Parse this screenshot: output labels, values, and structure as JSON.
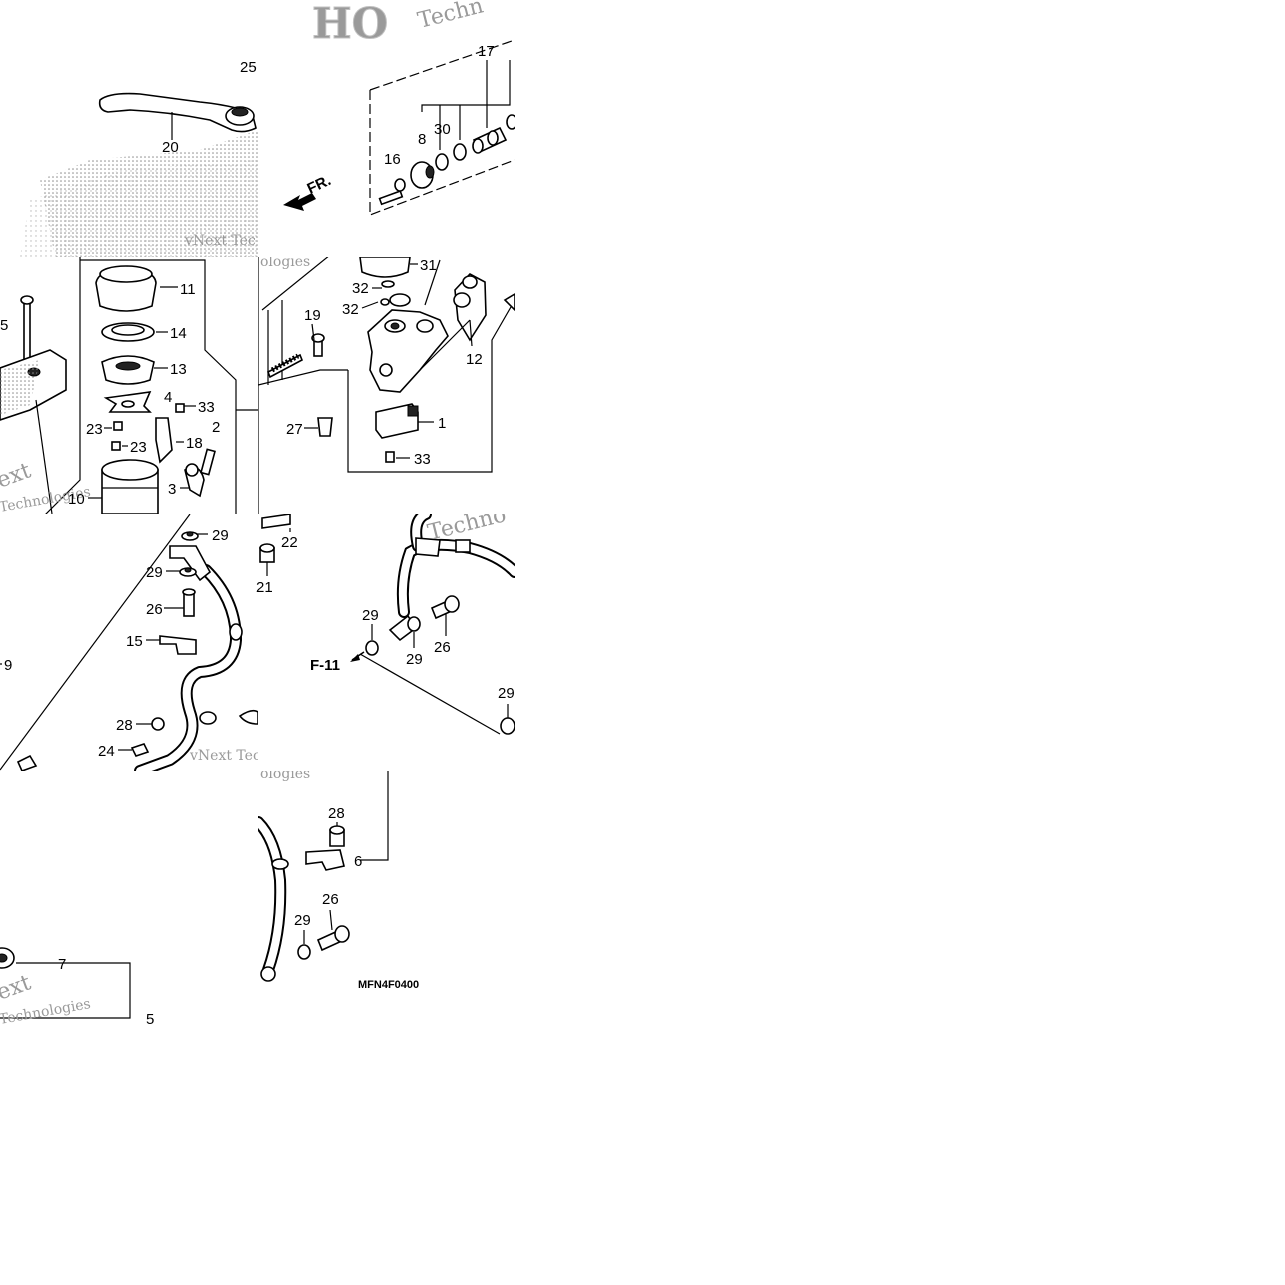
{
  "diagram": {
    "diagram_code": "MFN4F0400",
    "direction_marker": "FR.",
    "page_reference": "F-11",
    "watermarks": {
      "brand": "vNext Technologies",
      "brand_short": "vNext Tec",
      "fragment_technologies": "Technologies",
      "fragment_ext": "ext",
      "fragment_techno": "Techno",
      "fragment_tech": "Techn",
      "fragment_ologies": "ologies",
      "honda_letters": "HO"
    },
    "callouts": [
      {
        "id": "c-25",
        "text": "25"
      },
      {
        "id": "c-20",
        "text": "20"
      },
      {
        "id": "c-17",
        "text": "17"
      },
      {
        "id": "c-8",
        "text": "8"
      },
      {
        "id": "c-30",
        "text": "30"
      },
      {
        "id": "c-16",
        "text": "16"
      },
      {
        "id": "c-11",
        "text": "11"
      },
      {
        "id": "c-14",
        "text": "14"
      },
      {
        "id": "c-13",
        "text": "13"
      },
      {
        "id": "c-4",
        "text": "4"
      },
      {
        "id": "c-33a",
        "text": "33"
      },
      {
        "id": "c-23a",
        "text": "23"
      },
      {
        "id": "c-23b",
        "text": "23"
      },
      {
        "id": "c-18",
        "text": "18"
      },
      {
        "id": "c-2",
        "text": "2"
      },
      {
        "id": "c-3",
        "text": "3"
      },
      {
        "id": "c-10",
        "text": "10"
      },
      {
        "id": "c-5a",
        "text": "5"
      },
      {
        "id": "c-31",
        "text": "31"
      },
      {
        "id": "c-32a",
        "text": "32"
      },
      {
        "id": "c-32b",
        "text": "32"
      },
      {
        "id": "c-19",
        "text": "19"
      },
      {
        "id": "c-12",
        "text": "12"
      },
      {
        "id": "c-27",
        "text": "27"
      },
      {
        "id": "c-1",
        "text": "1"
      },
      {
        "id": "c-33b",
        "text": "33"
      },
      {
        "id": "c-29a",
        "text": "29"
      },
      {
        "id": "c-29b",
        "text": "29"
      },
      {
        "id": "c-26a",
        "text": "26"
      },
      {
        "id": "c-15",
        "text": "15"
      },
      {
        "id": "c-22",
        "text": "22"
      },
      {
        "id": "c-21",
        "text": "21"
      },
      {
        "id": "c-9",
        "text": "9"
      },
      {
        "id": "c-28a",
        "text": "28"
      },
      {
        "id": "c-24",
        "text": "24"
      },
      {
        "id": "c-29c",
        "text": "29"
      },
      {
        "id": "c-29d",
        "text": "29"
      },
      {
        "id": "c-26b",
        "text": "26"
      },
      {
        "id": "c-29e",
        "text": "29"
      },
      {
        "id": "c-28b",
        "text": "28"
      },
      {
        "id": "c-6",
        "text": "6"
      },
      {
        "id": "c-26c",
        "text": "26"
      },
      {
        "id": "c-29f",
        "text": "29"
      },
      {
        "id": "c-7",
        "text": "7"
      },
      {
        "id": "c-5b",
        "text": "5"
      }
    ]
  }
}
